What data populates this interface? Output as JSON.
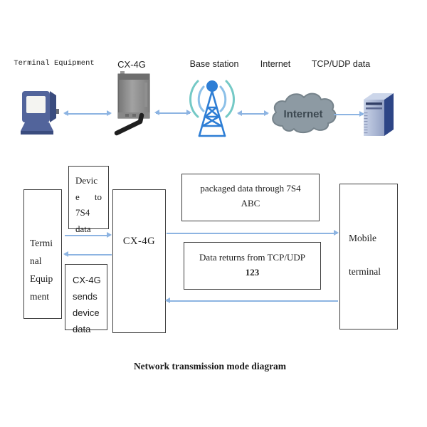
{
  "top_row": {
    "terminal_label": "Terminal Equipment",
    "cx4g_label": "CX-4G",
    "base_station_label": "Base station",
    "internet_label": "Internet",
    "tcpudp_label": "TCP/UDP data",
    "cloud_text": "Internet"
  },
  "flow": {
    "terminal_box": {
      "lines": [
        "Termi",
        "nal",
        "Equip",
        "ment"
      ]
    },
    "device_to_box": {
      "lines": [
        "Devic",
        "e to",
        "7S4",
        "data"
      ]
    },
    "cx4g_box": {
      "label": "CX-4G"
    },
    "packaged_box": {
      "line1": "packaged data through 7S4",
      "line2": "ABC"
    },
    "returns_box": {
      "line1": "Data returns from TCP/UDP",
      "line2": "123"
    },
    "sends_box": {
      "lines": [
        "CX-4G",
        "sends",
        "device",
        "data"
      ]
    },
    "mobile_box": {
      "lines": [
        "Mobile",
        "terminal"
      ]
    }
  },
  "caption": "Network transmission mode diagram",
  "colors": {
    "arrow": "#8db4e2",
    "tower_blue": "#2e7ed5",
    "wave_teal": "#74c9c6",
    "wave_blue": "#8cc0e8",
    "cloud_fill": "#8d9aa3",
    "cloud_stroke": "#76838b",
    "cloud_text": "#3c4850",
    "computer_blue": "#52649b",
    "computer_dark": "#3a4c7e",
    "device_gray": "#8a8a8a",
    "server_front": "#b6c2de",
    "server_side": "#2d4586",
    "box_border": "#3d3d3d",
    "text": "#1c1c1c"
  }
}
